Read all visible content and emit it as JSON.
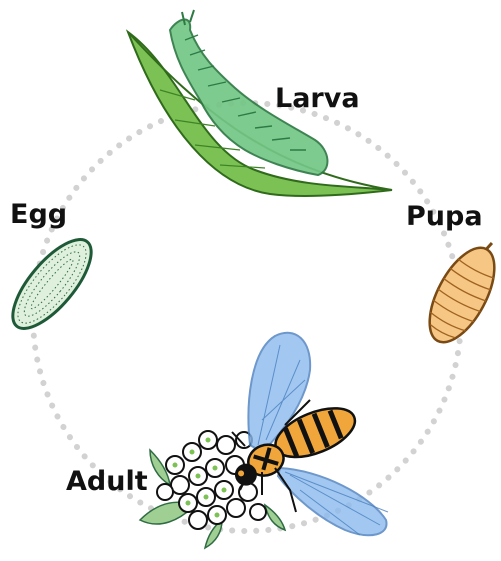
{
  "diagram": {
    "stages": [
      {
        "id": "larva",
        "label": "Larva"
      },
      {
        "id": "pupa",
        "label": "Pupa"
      },
      {
        "id": "adult",
        "label": "Adult"
      },
      {
        "id": "egg",
        "label": "Egg"
      }
    ]
  },
  "colors": {
    "cycle_ring": "#d2d2d2",
    "leaf": "#7cc153",
    "larva": "#74c786",
    "egg": "#dff0dc",
    "pupa": "#f6c684",
    "adult_body": "#f0a63a",
    "wings": "#8cbbee",
    "flowers": "#ffffff"
  }
}
